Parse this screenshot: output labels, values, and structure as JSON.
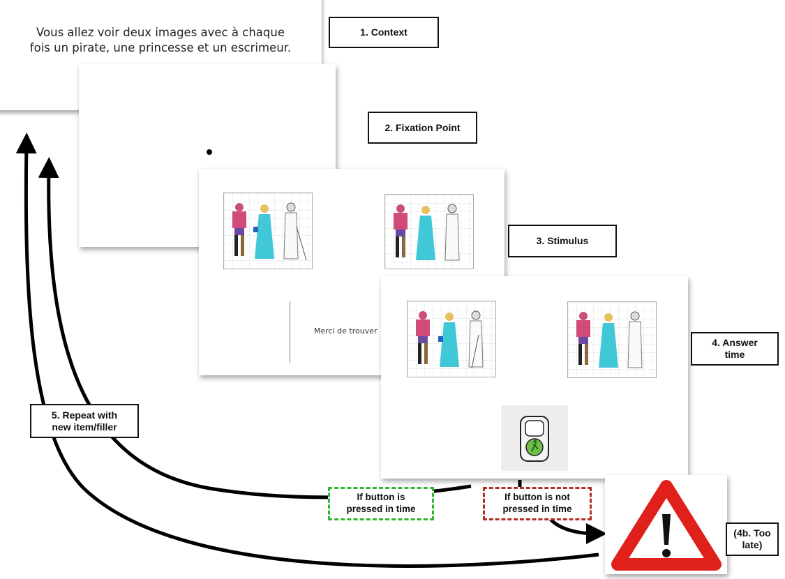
{
  "context": {
    "instruction_text_line1": "Vous allez voir deux images avec à chaque",
    "instruction_text_line2": "fois un pirate, une princesse et un escrimeur."
  },
  "steps": {
    "context": "1. Context",
    "fixation": "2. Fixation Point",
    "stimulus": "3. Stimulus",
    "answer_line1": "4. Answer",
    "answer_line2": "time",
    "too_late_line1": "(4b. Too",
    "too_late_line2": "late)",
    "repeat_line1": "5. Repeat with",
    "repeat_line2": "new item/filler"
  },
  "stimulus_slide": {
    "prompt_text": "Merci de trouver"
  },
  "conditions": {
    "pressed_line1": "If button is",
    "pressed_line2": "pressed in time",
    "not_pressed_line1": "If button is not",
    "not_pressed_line2": "pressed in time",
    "pressed_color": "#2fb52f",
    "not_pressed_color": "#b03020"
  },
  "icons": {
    "traffic_light": "green-pedestrian-traffic-light-icon",
    "warning": "warning-triangle-icon",
    "fixation": "fixation-dot"
  }
}
